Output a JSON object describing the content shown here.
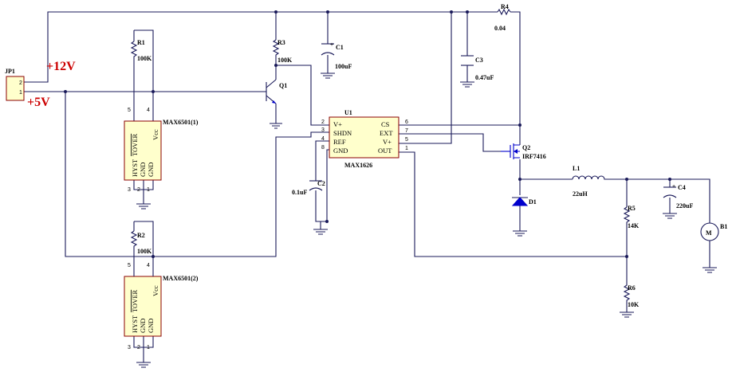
{
  "power": {
    "v12": "+12V",
    "v5": "+5V"
  },
  "connector": {
    "ref": "JP1",
    "pin1": "1",
    "pin2": "2"
  },
  "resistors": {
    "r1": {
      "ref": "R1",
      "value": "100K"
    },
    "r2": {
      "ref": "R2",
      "value": "100K"
    },
    "r3": {
      "ref": "R3",
      "value": "100K"
    },
    "r4": {
      "ref": "R4",
      "value": "0.04"
    },
    "r5": {
      "ref": "R5",
      "value": "14K"
    },
    "r6": {
      "ref": "R6",
      "value": "10K"
    }
  },
  "capacitors": {
    "c1": {
      "ref": "C1",
      "value": "100uF"
    },
    "c2": {
      "ref": "C2",
      "value": "0.1uF"
    },
    "c3": {
      "ref": "C3",
      "value": "0.47uF"
    },
    "c4": {
      "ref": "C4",
      "value": "220uF"
    }
  },
  "transistors": {
    "q1": {
      "ref": "Q1"
    },
    "q2": {
      "ref": "Q2",
      "value": "IRF7416"
    }
  },
  "inductor": {
    "ref": "L1",
    "value": "22uH"
  },
  "diode": {
    "ref": "D1"
  },
  "motor": {
    "ref": "B1",
    "symbol": "M"
  },
  "u1": {
    "ref": "U1",
    "value": "MAX1626",
    "pins_left": [
      {
        "num": "2",
        "name": "V+"
      },
      {
        "num": "3",
        "name": "SHDN"
      },
      {
        "num": "4",
        "name": "REF"
      },
      {
        "num": "8",
        "name": "GND"
      }
    ],
    "pins_right": [
      {
        "num": "6",
        "name": "CS"
      },
      {
        "num": "7",
        "name": "EXT"
      },
      {
        "num": "5",
        "name": "V+"
      },
      {
        "num": "1",
        "name": "OUT"
      }
    ]
  },
  "sensor1": {
    "value": "MAX6501(1)",
    "hyst": "HYST",
    "tover": "TOVER",
    "gnd1": "GND",
    "gnd2": "GND",
    "vcc": "Vcc",
    "pin_a": "5",
    "pin_b": "4",
    "pin_c": "3",
    "pin_d": "2",
    "pin_e": "1"
  },
  "sensor2": {
    "value": "MAX6501(2)",
    "hyst": "HYST",
    "tover": "TOVER",
    "gnd1": "GND",
    "gnd2": "GND",
    "vcc": "Vcc",
    "pin_a": "5",
    "pin_b": "4",
    "pin_c": "3",
    "pin_d": "2",
    "pin_e": "1"
  }
}
